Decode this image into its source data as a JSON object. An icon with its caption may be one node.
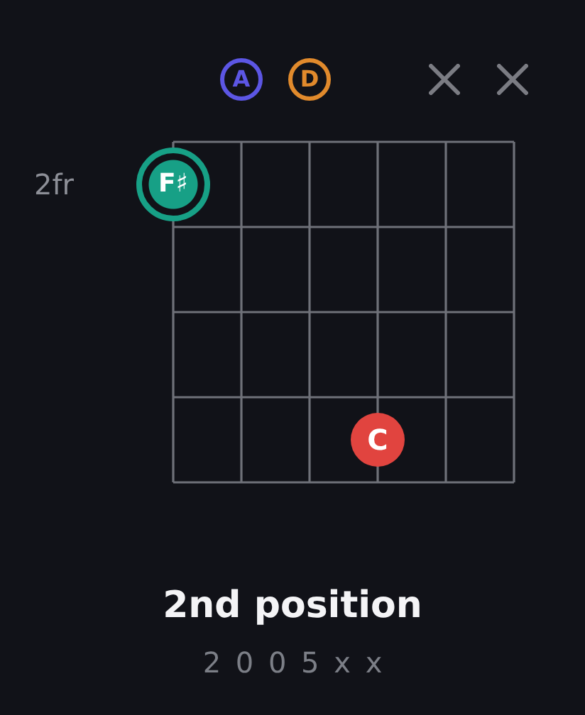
{
  "diagram": {
    "title": "2nd position",
    "caption": "2 0 0 5 x x",
    "nodes": [
      {
        "text": [
          "A"
        ]
      },
      {
        "text": [
          "D"
        ]
      },
      {
        "text": [
          "F♯"
        ]
      },
      {
        "text": [
          "C"
        ]
      }
    ],
    "labels": [
      "2fr"
    ]
  }
}
